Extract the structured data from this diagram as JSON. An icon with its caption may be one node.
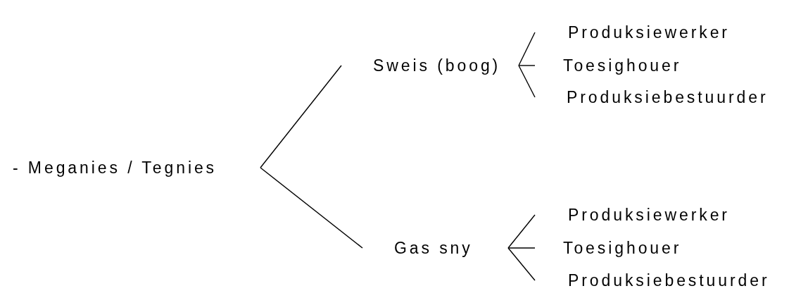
{
  "diagram": {
    "nodes": [
      {
        "text": [
          "- Meganies / Tegnies"
        ]
      },
      {
        "text": [
          "Sweis (boog)"
        ]
      },
      {
        "text": [
          "Produksiewerker"
        ]
      },
      {
        "text": [
          "Toesighouer"
        ]
      },
      {
        "text": [
          "Produksiebestuurder"
        ]
      },
      {
        "text": [
          "Gas sny"
        ]
      },
      {
        "text": [
          "Produksiewerker"
        ]
      },
      {
        "text": [
          "Toesighouer"
        ]
      },
      {
        "text": [
          "Produksiebestuurder"
        ]
      }
    ],
    "edges": [
      {
        "from": 0,
        "to": 1,
        "arrow": "none"
      },
      {
        "from": 0,
        "to": 5,
        "arrow": "none"
      },
      {
        "from": 1,
        "to": 2,
        "arrow": "none"
      },
      {
        "from": 1,
        "to": 3,
        "arrow": "none"
      },
      {
        "from": 1,
        "to": 4,
        "arrow": "none"
      },
      {
        "from": 5,
        "to": 6,
        "arrow": "none"
      },
      {
        "from": 5,
        "to": 7,
        "arrow": "none"
      },
      {
        "from": 5,
        "to": 8,
        "arrow": "none"
      }
    ]
  }
}
